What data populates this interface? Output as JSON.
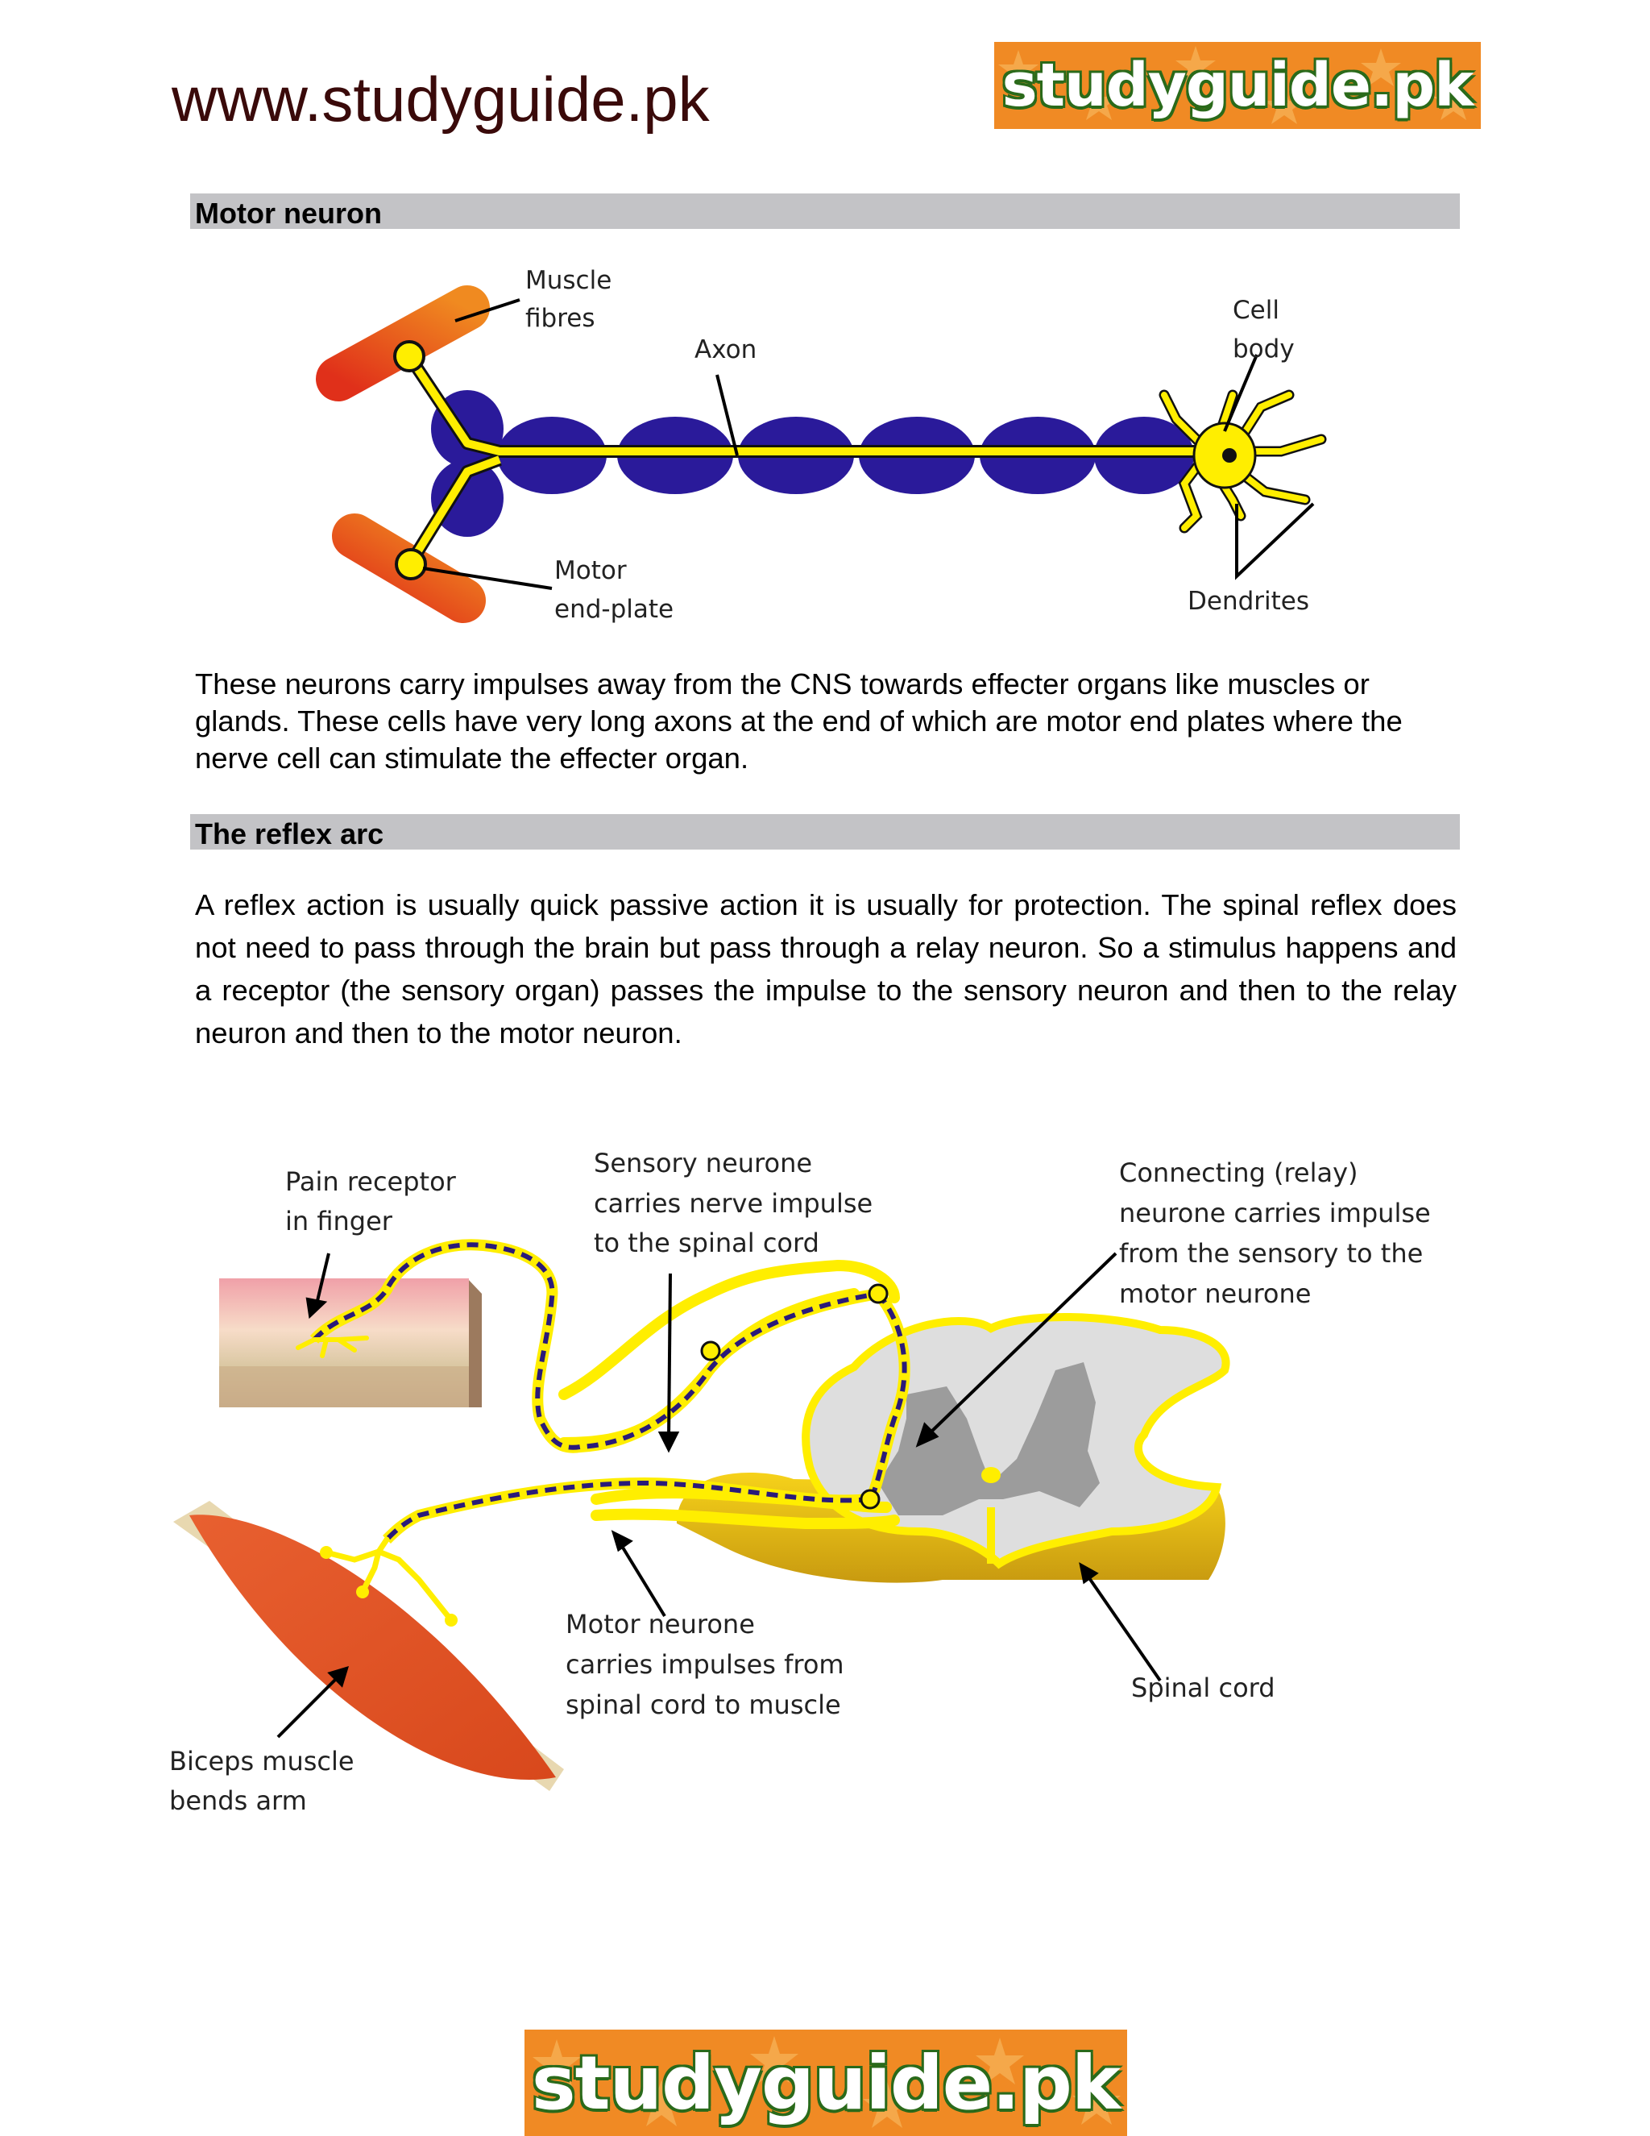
{
  "header": {
    "url": "www.studyguide.pk",
    "logo_text": "studyguide.pk"
  },
  "motor_section": {
    "title": "Motor neuron",
    "labels": {
      "muscle_fibres_line1": "Muscle",
      "muscle_fibres_line2": "fibres",
      "axon": "Axon",
      "cell_body_line1": "Cell",
      "cell_body_line2": "body",
      "motor_endplate_line1": "Motor",
      "motor_endplate_line2": "end-plate",
      "dendrites": "Dendrites"
    },
    "paragraph": "These neurons carry impulses away from the CNS towards effecter organs like muscles or glands. These cells have very long axons at the end of which are motor end plates where the nerve cell can stimulate the effecter organ."
  },
  "reflex_section": {
    "title": "The reflex arc",
    "paragraph": "A reflex action is usually quick passive action it is usually for protection. The spinal reflex does not need to pass through the brain but pass through a relay neuron. So a stimulus happens and a receptor (the sensory organ) passes the impulse to the sensory neuron and then to the relay neuron and then to the motor neuron.",
    "labels": {
      "pain_line1": "Pain receptor",
      "pain_line2": "in finger",
      "sensory_line1": "Sensory neurone",
      "sensory_line2": "carries nerve impulse",
      "sensory_line3": "to the spinal cord",
      "relay_line1": "Connecting (relay)",
      "relay_line2": "neurone carries impulse",
      "relay_line3": "from the sensory to the",
      "relay_line4": "motor neurone",
      "motor_line1": "Motor neurone",
      "motor_line2": "carries impulses from",
      "motor_line3": "spinal cord to muscle",
      "spinal_cord": "Spinal cord",
      "biceps_line1": "Biceps muscle",
      "biceps_line2": "bends arm"
    }
  },
  "footer": {
    "logo_text": "studyguide.pk"
  },
  "colors": {
    "brand_orange": "#f08a24",
    "logo_outline": "#2a6a1a",
    "section_bar": "#c3c3c6",
    "myelin": "#2a1a9a",
    "nerve": "#ffee00"
  }
}
